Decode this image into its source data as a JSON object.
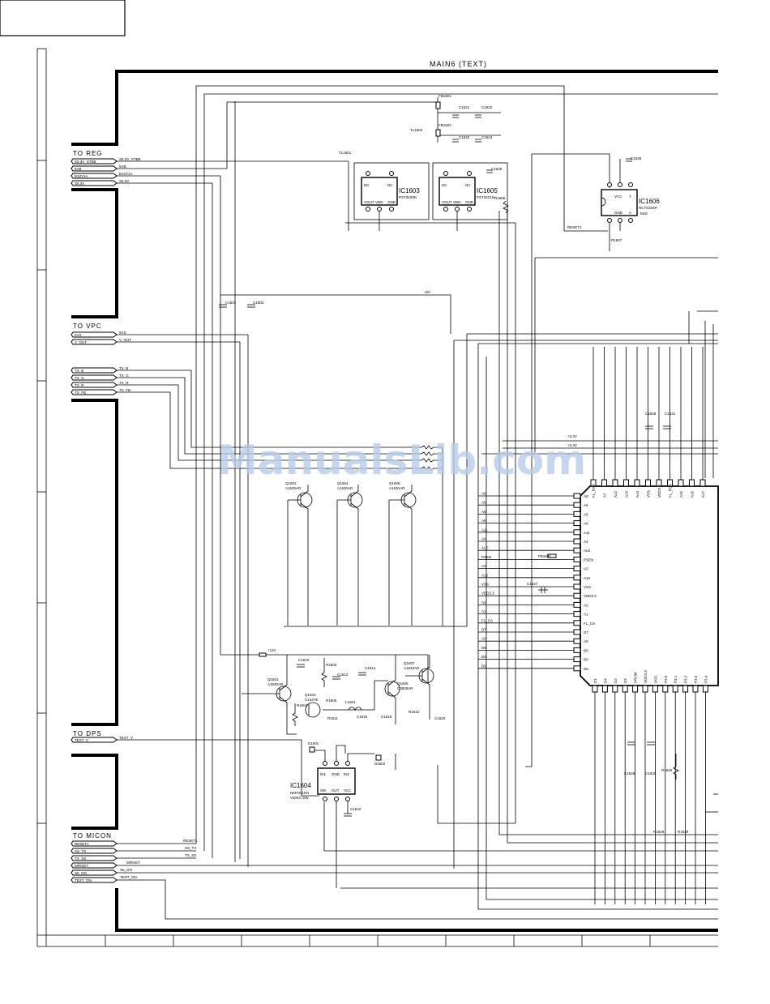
{
  "title": "MAIN6 (TEXT)",
  "watermark": "ManualsLib.com",
  "connectors": {
    "reg": {
      "label": "TO REG",
      "pins": [
        "S5.3V_STBB",
        "5VB",
        "B12V1A",
        "S5.3V"
      ]
    },
    "vpc": {
      "label": "TO VPC",
      "pins": [
        "5VS",
        "V_OUT"
      ]
    },
    "tx": {
      "pins": [
        "TX_B",
        "TX_G",
        "TX_R",
        "TX_FB"
      ]
    },
    "dps": {
      "label": "TO DPS",
      "pins": [
        "TEXT_V"
      ]
    },
    "micon": {
      "label": "TO MICON",
      "pins": [
        "RESET1",
        "SS_TX",
        "TX_SS",
        "M/RSET",
        "S5_ON",
        "TEXT_ON"
      ]
    }
  },
  "net_labels": {
    "reset1": "RESET1",
    "ss_tx": "SS_TX",
    "tx_ss": "TX_SS",
    "mrset": "M/RSET",
    "s5on": "S5_ON",
    "texton": "TEXT_ON",
    "p33a": "+3.3V",
    "p33b": "+3.3V",
    "p12": "+12V",
    "p5": "+5V"
  },
  "ics": {
    "ic1603": {
      "ref": "IC1603",
      "part": "PST3228N",
      "pins": [
        "VOUT",
        "VDD",
        "GND",
        "NC",
        "NC"
      ]
    },
    "ic1605": {
      "ref": "IC1605",
      "part": "PST3221N",
      "pins": [
        "VOUT",
        "VDD",
        "GND",
        "NC",
        "NC"
      ]
    },
    "ic1606": {
      "ref": "IC1606",
      "part": "NC7S25SP",
      "extra": "M18",
      "pins": [
        "VCC",
        "Y",
        "GND",
        "A"
      ]
    },
    "ic1604": {
      "ref": "IC1604",
      "part": "NM7001EN",
      "extra": "VIDEO SW",
      "pins": [
        "IN1",
        "GND",
        "IN2",
        "SW",
        "OUT",
        "VCC"
      ]
    }
  },
  "transistors": [
    {
      "ref": "Q1602",
      "part": "A1530AR"
    },
    {
      "ref": "Q1604",
      "part": "A1530AR"
    },
    {
      "ref": "Q1606",
      "part": "A1530AR"
    },
    {
      "ref": "Q1601",
      "part": "A1530AR"
    },
    {
      "ref": "Q1603",
      "part": "C144TE"
    },
    {
      "ref": "Q1607",
      "part": "A1530AR"
    },
    {
      "ref": "Q1605",
      "part": "C3928AR"
    }
  ],
  "mcu_left_pins": [
    "A8",
    "A6",
    "A5",
    "A6",
    "A11",
    "A4",
    "ALE",
    "PSEN",
    "A3",
    "A10",
    "VSS",
    "VDD3.3",
    "A2",
    "A1",
    "FL_CS",
    "D7",
    "A0",
    "D6",
    "D0",
    "D5"
  ],
  "mcu_top_pins": [
    "FL_RST",
    "A7",
    "A12",
    "A13",
    "A14",
    "VSS",
    "VDD3.3",
    "FL_RST",
    "A15",
    "A16",
    "A17"
  ],
  "mcu_bottom_pins": [
    "D1",
    "D4",
    "D2",
    "D3",
    "PROM",
    "VDD3.3",
    "VSS",
    "P3.0",
    "P3.1",
    "P3.2",
    "P3.3",
    "P3.4"
  ],
  "components": {
    "c1601": "C1601",
    "c1602": "C1602",
    "c1621": "C1621",
    "c1623": "C1623",
    "c1625": "C1625",
    "c1622": "C1622",
    "c1624": "C1624",
    "fb1601": "FB1601",
    "fb1602": "FB1602",
    "r1606": "R1606",
    "r1607": "R1607",
    "c1626": "C1626",
    "c1629": "C1629",
    "c1631": "C1631",
    "c1627": "C1627",
    "c1628": "C1628",
    "c1630": "C1630",
    "r1628": "R1628",
    "r1629": "R1629",
    "r1632": "R1632",
    "r1603": "R1603",
    "r1604": "R1604",
    "r1605": "R1605",
    "r1611": "R1611",
    "r1612": "R1612",
    "c1610": "C1610",
    "c1612": "C1612",
    "c1614": "C1614",
    "c1616": "C1616",
    "c1618": "C1618",
    "c1620": "C1620",
    "l1601": "L1601",
    "d1601": "D1601",
    "d1602": "D1602",
    "tl1601": "TL1601",
    "tl1602": "TL1602"
  }
}
